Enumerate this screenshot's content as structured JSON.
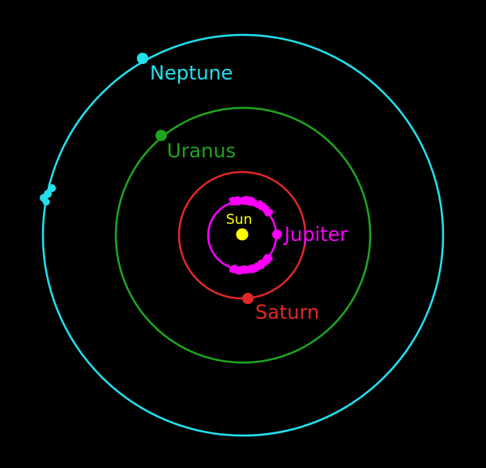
{
  "bodies": {
    "sun": {
      "label": "Sun",
      "color": "#ffff00",
      "label_color": "#ffff00"
    },
    "jupiter": {
      "label": "Jupiter",
      "color": "#ff00ff"
    },
    "saturn": {
      "label": "Saturn",
      "color": "#e02828"
    },
    "uranus": {
      "label": "Uranus",
      "color": "#1fa51f"
    },
    "neptune": {
      "label": "Neptune",
      "color": "#22e0ee"
    }
  }
}
